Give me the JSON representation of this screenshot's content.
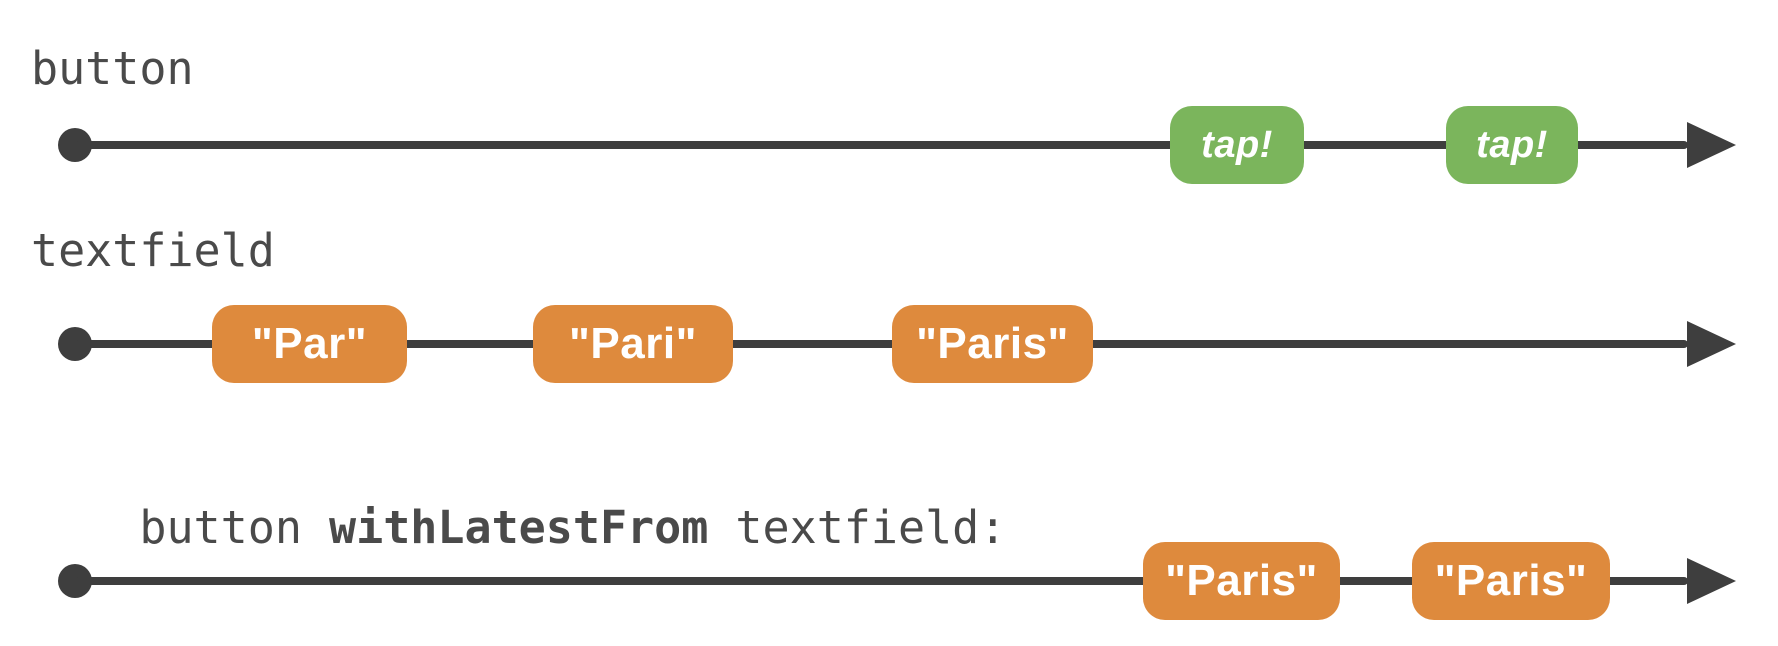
{
  "diagram": {
    "kind": "marble-diagram",
    "rows": [
      {
        "label": "button",
        "events": [
          {
            "label": "tap!",
            "style": "green"
          },
          {
            "label": "tap!",
            "style": "green"
          }
        ]
      },
      {
        "label": "textfield",
        "events": [
          {
            "label": "\"Par\"",
            "style": "orange"
          },
          {
            "label": "\"Pari\"",
            "style": "orange"
          },
          {
            "label": "\"Paris\"",
            "style": "orange"
          }
        ]
      },
      {
        "label_parts": {
          "prefix": "button ",
          "operator": "withLatestFrom",
          "suffix": " textfield:"
        },
        "events": [
          {
            "label": "\"Paris\"",
            "style": "orange"
          },
          {
            "label": "\"Paris\"",
            "style": "orange"
          }
        ]
      }
    ],
    "colors": {
      "tap_event": "#7bb55c",
      "value_event": "#de8a3d",
      "timeline": "#3e3e3e",
      "label_text": "#4a4a4a",
      "event_text": "#ffffff",
      "background": "#ffffff"
    }
  }
}
